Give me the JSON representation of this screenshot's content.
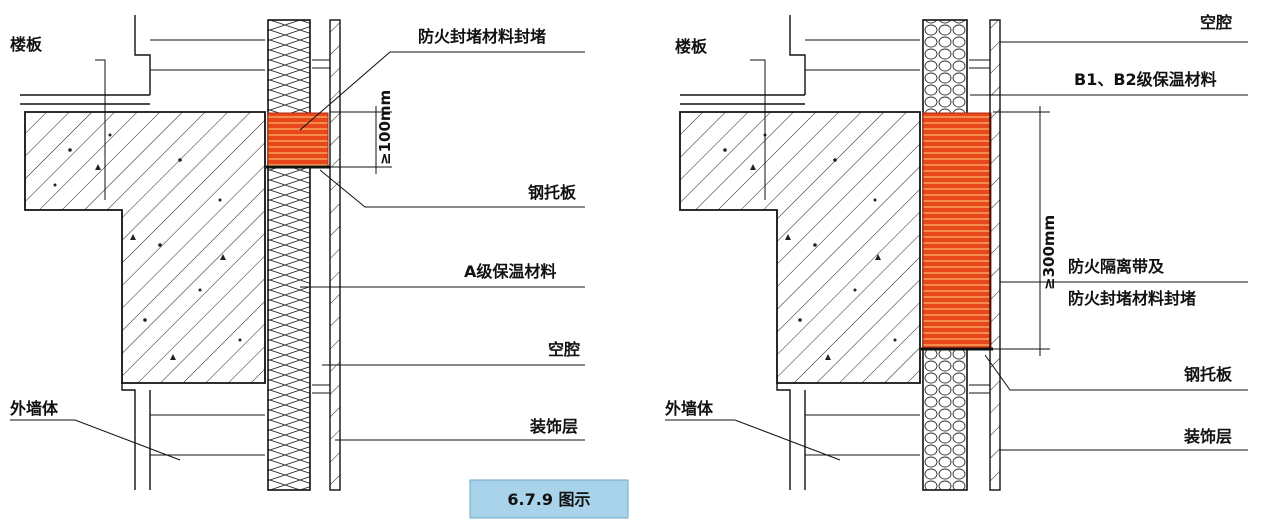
{
  "left_diagram": {
    "labels": {
      "floor_slab": "楼板",
      "fire_seal": "防火封堵材料封堵",
      "steel_bracket": "钢托板",
      "a_grade_insulation": "A级保温材料",
      "cavity": "空腔",
      "outer_wall": "外墙体",
      "decorative_layer": "装饰层"
    },
    "dimension": "≥100mm"
  },
  "right_diagram": {
    "labels": {
      "cavity": "空腔",
      "floor_slab": "楼板",
      "b_grade_insulation": "B1、B2级保温材料",
      "fire_barrier_line1": "防火隔离带及",
      "fire_barrier_line2": "防火封堵材料封堵",
      "steel_bracket": "钢托板",
      "outer_wall": "外墙体",
      "decorative_layer": "装饰层"
    },
    "dimension": "≥300mm"
  },
  "figure_caption": "6.7.9 图示",
  "colors": {
    "fire_seal_orange": "#e8471c",
    "caption_box": "#a8d3ea",
    "line": "#111111"
  }
}
